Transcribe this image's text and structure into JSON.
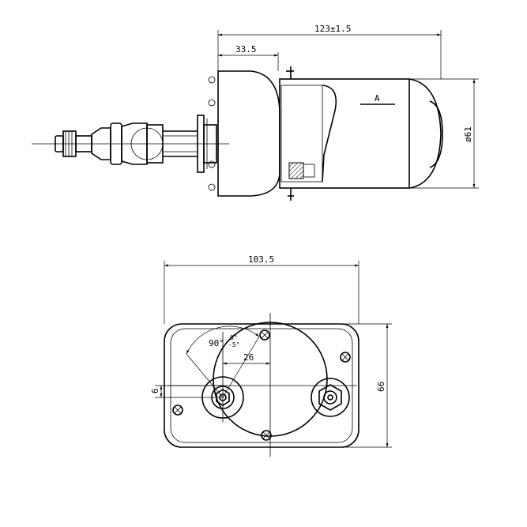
{
  "dimensions": {
    "overall_length": "123±1.5",
    "flange_offset": "33.5",
    "diameter": "ø61",
    "section_mark": "A",
    "base_width": "103.5",
    "base_height": "66",
    "sweep_angle": "90°",
    "tolerance_upper": "0°",
    "tolerance_lower": "-5°",
    "shaft_offset": "26",
    "shaft_gap": "6"
  }
}
